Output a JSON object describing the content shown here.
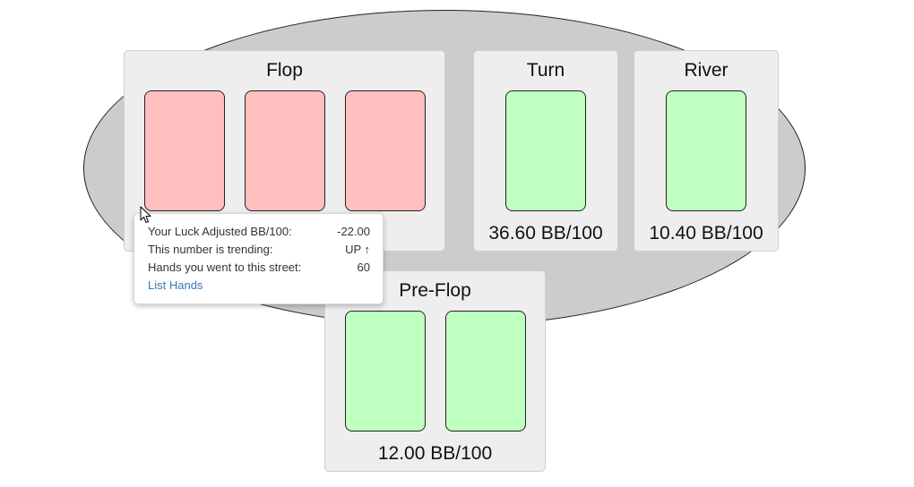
{
  "streets": {
    "flop": {
      "title": "Flop",
      "cards": [
        "red",
        "red",
        "red"
      ]
    },
    "turn": {
      "title": "Turn",
      "value": "36.60 BB/100",
      "cards": [
        "green"
      ]
    },
    "river": {
      "title": "River",
      "value": "10.40 BB/100",
      "cards": [
        "green"
      ]
    },
    "preflop": {
      "title": "Pre-Flop",
      "value": "12.00 BB/100",
      "cards": [
        "green",
        "green"
      ]
    }
  },
  "tooltip": {
    "rows": [
      {
        "label": "Your Luck Adjusted BB/100:",
        "value": "-22.00"
      },
      {
        "label": "This number is trending:",
        "value": "UP ↑"
      },
      {
        "label": "Hands you went to this street:",
        "value": "60"
      }
    ],
    "link_label": "List Hands"
  },
  "colors": {
    "table": "#cccccc",
    "panel": "#eeeeee",
    "card_negative": "#ffbfbf",
    "card_positive": "#bfffbf",
    "link": "#337ab7"
  },
  "icons": {
    "cursor": "mouse-pointer-icon"
  }
}
